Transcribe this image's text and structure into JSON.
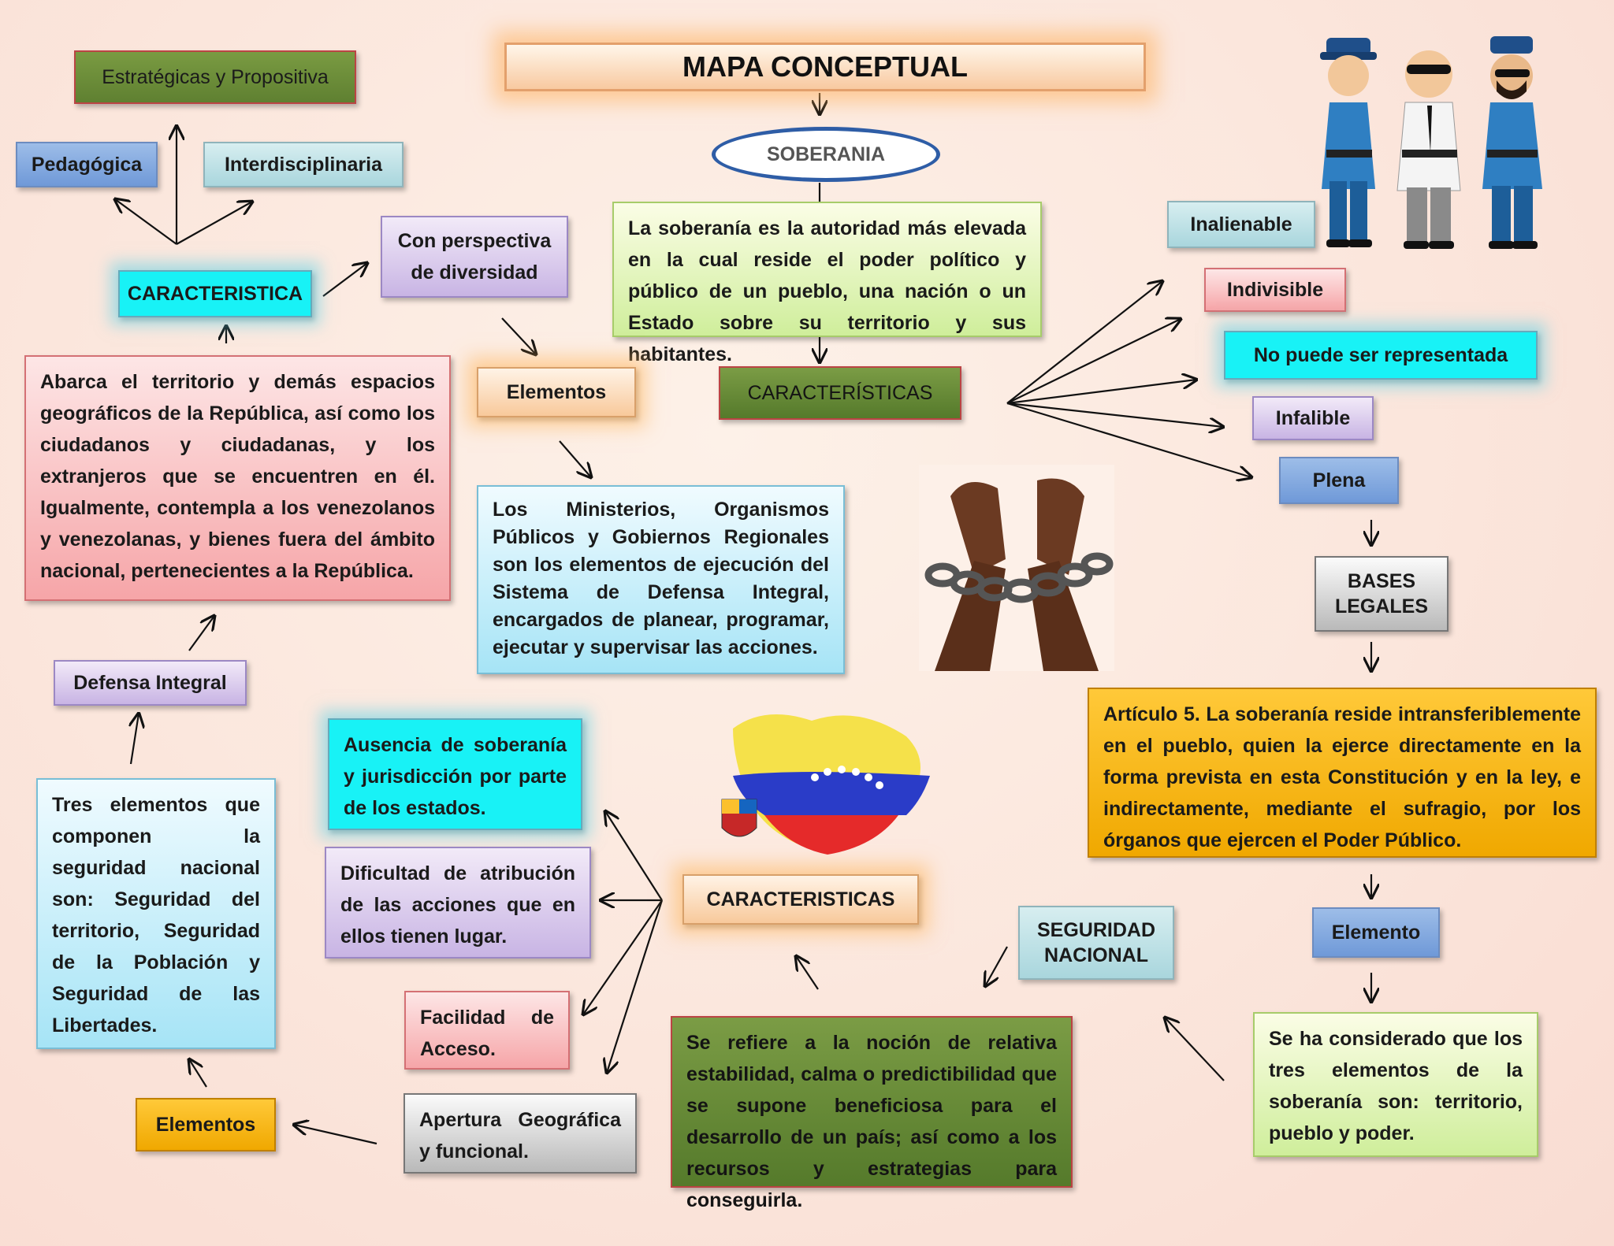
{
  "title": "MAPA CONCEPTUAL",
  "root": "SOBERANIA",
  "definition": "La soberanía es la autoridad más elevada en la cual reside el poder político y público de un pueblo, una nación o un Estado sobre su territorio y sus habitantes.",
  "caracteristicas_main": "CARACTERÍSTICAS",
  "traits": [
    "Inalienable",
    "Indivisible",
    "No puede ser representada",
    "Infalible",
    "Plena"
  ],
  "bases_legales": "BASES LEGALES",
  "articulo": "Artículo 5. La soberanía reside intransferiblemente en el pueblo, quien la ejerce directamente en la forma prevista en esta Constitución y en la ley, e indirectamente, mediante el sufragio, por los órganos que ejercen el Poder Público.",
  "elemento": "Elemento",
  "elemento_text": "Se ha considerado que los tres elementos de la soberanía son: territorio, pueblo y poder.",
  "seguridad_nacional": "SEGURIDAD NACIONAL",
  "seguridad_text": "Se refiere a la noción de relativa estabilidad, calma o predictibilidad que se supone beneficiosa para el desarrollo de un país; así como a los recursos y estrategias para conseguirla.",
  "caracteristicas_bottom": "CARACTERISTICAS",
  "bottom_traits": {
    "ausencia": "Ausencia de soberanía y jurisdicción por parte de los estados.",
    "dificultad": "Dificultad de atribución de las acciones que en ellos tienen lugar.",
    "facilidad": "Facilidad de Acceso.",
    "apertura": "Apertura Geográfica y funcional."
  },
  "elementos_left": "Elementos",
  "tres_elementos": "Tres elementos que componen la seguridad nacional son: Seguridad del territorio, Seguridad de la Población y Seguridad de las Libertades.",
  "defensa_integral": "Defensa Integral",
  "abarca": "Abarca el territorio y demás espacios geográficos de la República, así como los ciudadanos y ciudadanas, y los extranjeros que se encuentren en él. Igualmente, contempla a los venezolanos y venezolanas, y bienes fuera del ámbito nacional, pertenecientes a la República.",
  "caracteristica_left": "CARACTERISTICA",
  "pedagogica": "Pedagógica",
  "estrategicas": "Estratégicas y Propositiva",
  "interdisciplinaria": "Interdisciplinaria",
  "perspectiva": "Con perspectiva de diversidad",
  "elementos_center": "Elementos",
  "ministerios": "Los Ministerios, Organismos Públicos y Gobiernos Regionales son los elementos de ejecución del Sistema de Defensa Integral, encargados de planear, programar, ejecutar y supervisar las acciones.",
  "colors": {
    "cyan": "#18f2f6",
    "olive": "#5f8031",
    "gold": "#f0a800",
    "ellipse_border": "#2e5da6"
  }
}
